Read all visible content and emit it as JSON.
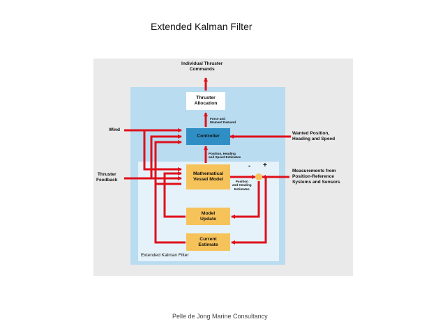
{
  "page": {
    "title": "Extended Kalman Filter",
    "footer": "Pelle de Jong Marine Consultancy"
  },
  "diagram": {
    "outputs": {
      "thruster_commands": "Individual Thruster\nCommands"
    },
    "inputs": {
      "wind": "Wind",
      "thruster_feedback": "Thruster\nFeedback",
      "wanted": "Wanted Position,\nHeading and Speed",
      "measurements": "Measurements from\nPosition-Reference\nSystems and Sensors"
    },
    "boxes": {
      "thruster_allocation": "Thruster\nAllocation",
      "controller": "Controller",
      "vessel_model": "Mathematical\nVessel Model",
      "model_update": "Model\nUpdate",
      "current_estimate": "Current\nEstimate"
    },
    "signals": {
      "force_demand": "Force and\nMoment Demand",
      "estimates": "Position, Heading\nand Speed Estimates",
      "pos_heading": "Position\nand Heading\nEstimates",
      "minus": "-",
      "plus": "+"
    },
    "region_label": "Extended Kalman Filter",
    "colors": {
      "outer_bg": "#b9dcf0",
      "inner_bg": "#e5f2fa",
      "panel": "#eaeaea",
      "controller": "#2f8fc4",
      "yellow": "#f6c25a",
      "arrow": "#e0101a"
    }
  }
}
